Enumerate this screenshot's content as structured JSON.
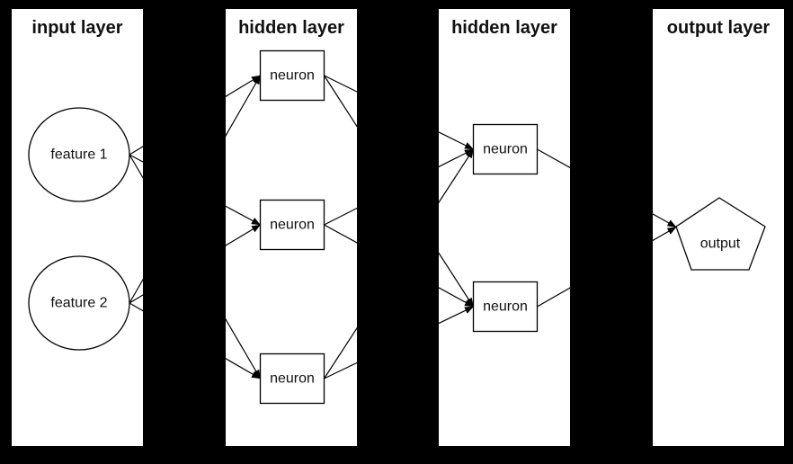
{
  "diagram": {
    "type": "neural-network",
    "colors": {
      "background": "#000000",
      "panel_fill": "#ffffff",
      "stroke": "#000000",
      "text": "#111111"
    },
    "layers": [
      {
        "id": "input",
        "title": "input layer",
        "nodes": [
          {
            "id": "input-1",
            "label": "feature 1",
            "shape": "circle"
          },
          {
            "id": "input-2",
            "label": "feature 2",
            "shape": "circle"
          }
        ]
      },
      {
        "id": "hidden-1",
        "title": "hidden layer",
        "nodes": [
          {
            "id": "h1-1",
            "label": "neuron",
            "shape": "rect"
          },
          {
            "id": "h1-2",
            "label": "neuron",
            "shape": "rect"
          },
          {
            "id": "h1-3",
            "label": "neuron",
            "shape": "rect"
          }
        ]
      },
      {
        "id": "hidden-2",
        "title": "hidden layer",
        "nodes": [
          {
            "id": "h2-1",
            "label": "neuron",
            "shape": "rect"
          },
          {
            "id": "h2-2",
            "label": "neuron",
            "shape": "rect"
          }
        ]
      },
      {
        "id": "output",
        "title": "output layer",
        "nodes": [
          {
            "id": "out-1",
            "label": "output",
            "shape": "pentagon"
          }
        ]
      }
    ],
    "connections": [
      {
        "from": "input-1",
        "to": "h1-1"
      },
      {
        "from": "input-1",
        "to": "h1-2"
      },
      {
        "from": "input-1",
        "to": "h1-3"
      },
      {
        "from": "input-2",
        "to": "h1-1"
      },
      {
        "from": "input-2",
        "to": "h1-2"
      },
      {
        "from": "input-2",
        "to": "h1-3"
      },
      {
        "from": "h1-1",
        "to": "h2-1"
      },
      {
        "from": "h1-1",
        "to": "h2-2"
      },
      {
        "from": "h1-2",
        "to": "h2-1"
      },
      {
        "from": "h1-2",
        "to": "h2-2"
      },
      {
        "from": "h1-3",
        "to": "h2-1"
      },
      {
        "from": "h1-3",
        "to": "h2-2"
      },
      {
        "from": "h2-1",
        "to": "out-1"
      },
      {
        "from": "h2-2",
        "to": "out-1"
      }
    ]
  }
}
